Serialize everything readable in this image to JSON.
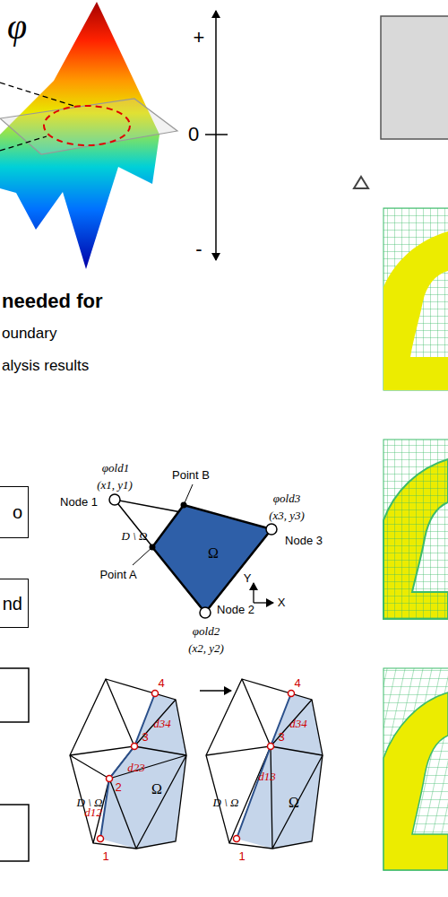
{
  "diagram": {
    "nodes": [
      {
        "text": [
          "o"
        ]
      },
      {
        "text": [
          "nd"
        ]
      }
    ],
    "labels": [
      "φ",
      "+",
      "0",
      "-",
      "needed for",
      "oundary",
      "alysis results",
      "φold1",
      "(x1, y1)",
      "Node 1",
      "Point B",
      "φold3",
      "(x3, y3)",
      "Node 3",
      "Point A",
      "D \\ Ω",
      "Ω",
      "Y",
      "X",
      "Node 2",
      "φold2",
      "(x2, y2)",
      "4",
      "d34",
      "3",
      "d23",
      "2",
      "Ω",
      "D \\ Ω",
      "d12",
      "1",
      "4",
      "d34",
      "3",
      "d13",
      "Ω",
      "D \\ Ω",
      "1"
    ]
  }
}
